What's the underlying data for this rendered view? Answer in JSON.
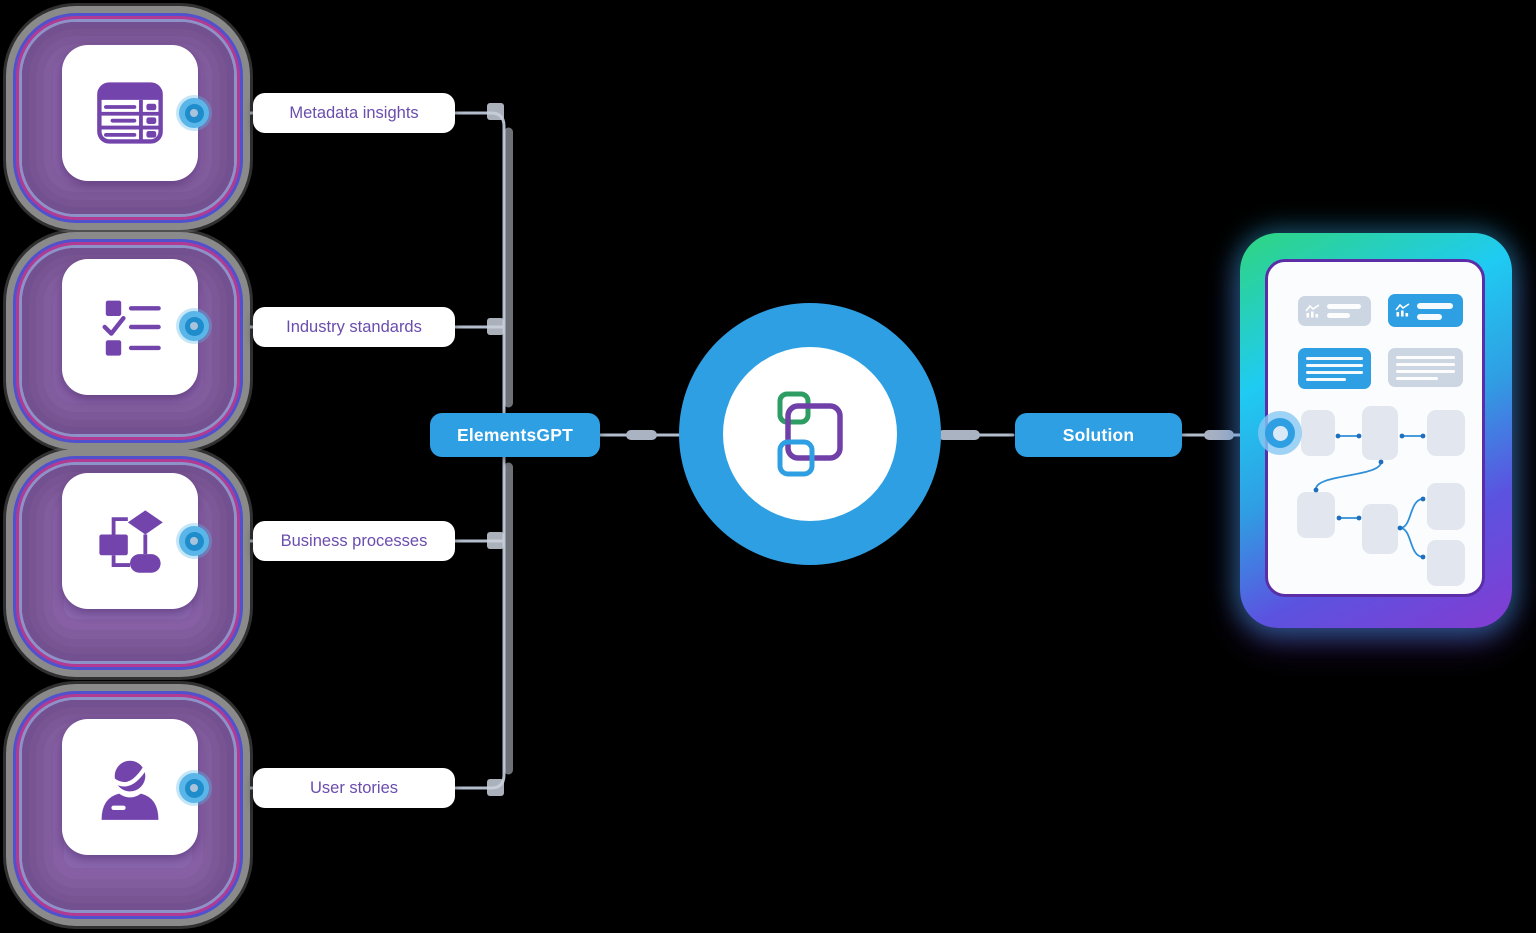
{
  "diagram": {
    "title": "ElementsGPT inputs to solution flow",
    "sources": [
      {
        "label": "Metadata insights",
        "icon": "table-icon"
      },
      {
        "label": "Industry standards",
        "icon": "checklist-icon"
      },
      {
        "label": "Business processes",
        "icon": "flowchart-icon"
      },
      {
        "label": "User stories",
        "icon": "user-icon"
      }
    ],
    "hub": {
      "label": "ElementsGPT",
      "logo": "elements-overlapping-squares-logo"
    },
    "output": {
      "label": "Solution",
      "preview": "solution-board-mockup"
    },
    "colors": {
      "bg": "#000000",
      "accent-blue": "#2f9fe3",
      "label-text": "#6a4dad",
      "icon-purple": "#7444ad",
      "wire": "#b4bdcc",
      "blob-core": "#8a66ad",
      "mock-green": "#2fd57e",
      "mock-cyan": "#1fcbf2",
      "mock-purple": "#7d3fd4",
      "logo-green": "#2e9d63",
      "logo-purple": "#7040a8"
    }
  }
}
